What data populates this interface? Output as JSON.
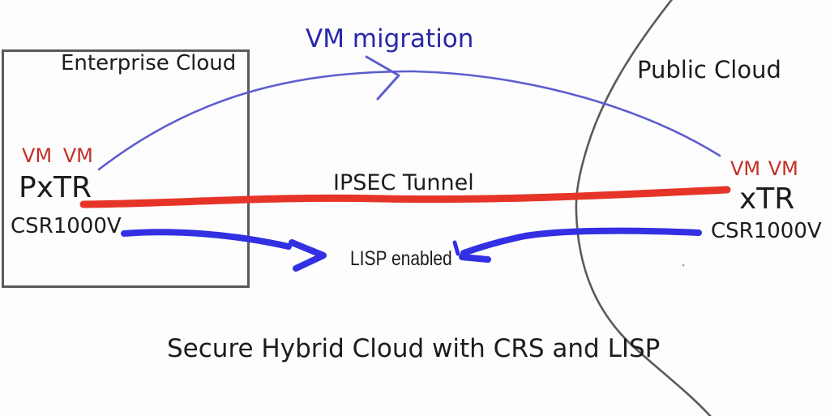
{
  "colors": {
    "blue_text": "#2828a8",
    "thin_curve": "#5d5dd0",
    "thick_arrow": "#3230e2",
    "red_line": "#e63428",
    "red_text": "#c43028",
    "dark_text": "#1c1c1c",
    "line_gray": "#5a5a5a"
  },
  "clouds": {
    "enterprise": {
      "label": "Enterprise Cloud",
      "vms": "VM VM",
      "router_role": "PxTR",
      "router_model": "CSR1000V"
    },
    "public": {
      "label": "Public Cloud",
      "vms": "VM VM",
      "router_role": "xTR",
      "router_model": "CSR1000V"
    }
  },
  "links": {
    "vm_migration": "VM migration",
    "ipsec_tunnel": "IPSEC Tunnel",
    "lisp_enabled": "LISP enabled"
  },
  "caption": "Secure Hybrid Cloud with CRS and LISP"
}
